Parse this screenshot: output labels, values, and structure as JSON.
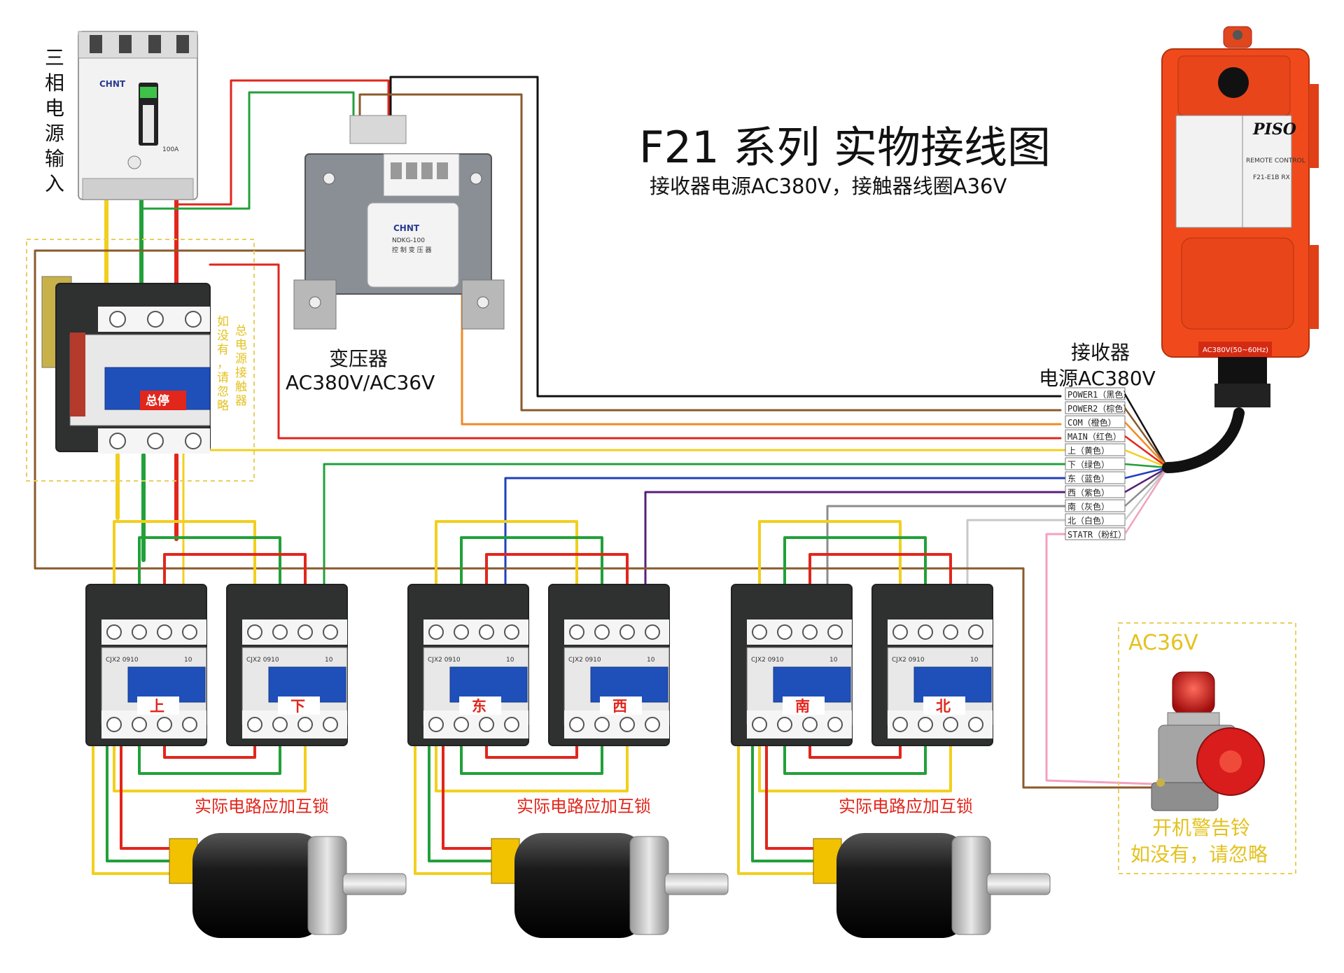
{
  "title": "F21 系列 实物接线图",
  "subtitle": "接收器电源AC380V，接触器线圈A36V",
  "breaker": {
    "label": "三相电源输入",
    "brand": "CHNT",
    "rating": "100A"
  },
  "transformer": {
    "label_line1": "变压器",
    "label_line2": "AC380V/AC36V",
    "brand": "CHNT",
    "model": "NDKG-100",
    "name_plate": "控 制 变 压 器"
  },
  "main_contactor": {
    "stop_label": "总停",
    "note_col1": "总电源接触器",
    "note_col2": "如没有，请忽略"
  },
  "receiver": {
    "label_line1": "接收器",
    "label_line2": "电源AC380V",
    "brand": "PISO",
    "panel_title": "REMOTE CONTROL",
    "model": "F21-E1B RX",
    "power_badge": "AC380V(50~60Hz)",
    "terminals": [
      {
        "label": "POWER1（黑色）",
        "color": "#111111"
      },
      {
        "label": "POWER2（棕色）",
        "color": "#8a5a2b"
      },
      {
        "label": "COM（橙色）",
        "color": "#f08a24"
      },
      {
        "label": "MAIN（红色）",
        "color": "#e1261c"
      },
      {
        "label": "上（黄色）",
        "color": "#f2cf1e"
      },
      {
        "label": "下（绿色）",
        "color": "#22a03a"
      },
      {
        "label": "东（蓝色）",
        "color": "#1f3fbf"
      },
      {
        "label": "西（紫色）",
        "color": "#5a1f7a"
      },
      {
        "label": "南（灰色）",
        "color": "#8c8c8c"
      },
      {
        "label": "北（白色）",
        "color": "#c8c8c8"
      },
      {
        "label": "STATR（粉红）",
        "color": "#f2a0c0"
      }
    ]
  },
  "contactors": [
    {
      "dir": "上",
      "model": "CJX2 0910",
      "aux": "10"
    },
    {
      "dir": "下",
      "model": "CJX2 0910",
      "aux": "10"
    },
    {
      "dir": "东",
      "model": "CJX2 0910",
      "aux": "10"
    },
    {
      "dir": "西",
      "model": "CJX2 0910",
      "aux": "10"
    },
    {
      "dir": "南",
      "model": "CJX2 0910",
      "aux": "10"
    },
    {
      "dir": "北",
      "model": "CJX2 0910",
      "aux": "10"
    }
  ],
  "interlock_notes": [
    "实际电路应加互锁",
    "实际电路应加互锁",
    "实际电路应加互锁"
  ],
  "bell": {
    "voltage": "AC36V",
    "line1": "开机警告铃",
    "line2": "如没有，请忽略"
  },
  "colors": {
    "yellow": "#f2cf1e",
    "green": "#22a03a",
    "red": "#e1261c",
    "brown": "#8a5a2b",
    "black": "#111111",
    "orange": "#f08a24",
    "receiver_body": "#f04a1c",
    "contactor_blue": "#1f4fb8"
  }
}
